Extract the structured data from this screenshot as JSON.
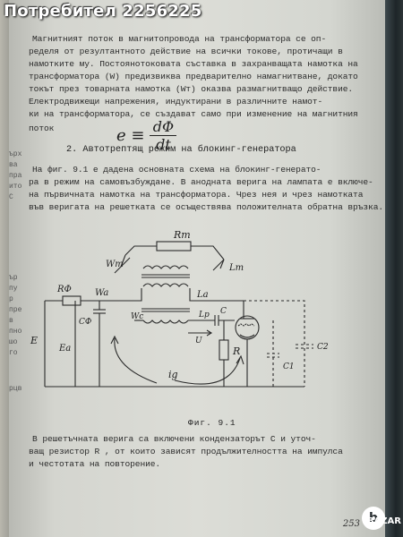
{
  "watermark": "Потребител 2256225",
  "body_lines": [
    "  Магнитният поток в магнитопровода на трансформатора се оп-",
    "ределя от резултантното действие на всички токове, протичащи в",
    "намотките му. Постоянотоковата съставка в захранващата намотка на",
    "трансформатора (W) предизвиква предварително намагнитване, докато",
    "токът през товарната намотка (Wт) оказва размагнитващо действие.",
    "  Електродвижещи напрежения, индуктирани в различните намот-",
    "ки на трансформатора, се създават само при изменение на магнитния",
    "поток"
  ],
  "formula": {
    "lhs": "e ≡",
    "numerator": "dΦ",
    "denominator": "dt"
  },
  "heading": "2. Автотрептящ режим на блокинг-генератора",
  "para2": [
    "  На фиг. 9.1 е дадена основната схема на блокинг-генерато-",
    "ра в режим на самовъзбуждане. В анодната верига на лампата е включе-",
    "на първичната намотка на трансформатора. Чрез нея и чрез намотката",
    "във веригата на решетката се осъществява положителната обратна връзка."
  ],
  "circuit_labels": {
    "rt": "Rт",
    "wt": "Wт",
    "lt": "Lт",
    "rf": "RФ",
    "wa": "Wa",
    "la": "La",
    "cf": "CФ",
    "wc": "Wс",
    "lc": "Lр",
    "c": "C",
    "u": "U",
    "r": "R",
    "e": "E",
    "ea": "Ea",
    "ig": "ig",
    "c1": "C1",
    "c2": "C2"
  },
  "figure_caption": "Фиг. 9.1",
  "para3": [
    "  В решетъчната верига са включени кондензаторът C и уточ-",
    "ващ резистор  R , от които зависят продължителността на импулса",
    "и честотата на повторение."
  ],
  "page_number": "253",
  "margin_notes": [
    "ърх",
    "ва",
    "пра",
    "ито",
    "С",
    "ър",
    "пу",
    "р",
    "пре",
    "в",
    "пно",
    "шо",
    "го",
    "рцв"
  ],
  "logo": {
    "mark": "b",
    "text": "BAZAR"
  }
}
